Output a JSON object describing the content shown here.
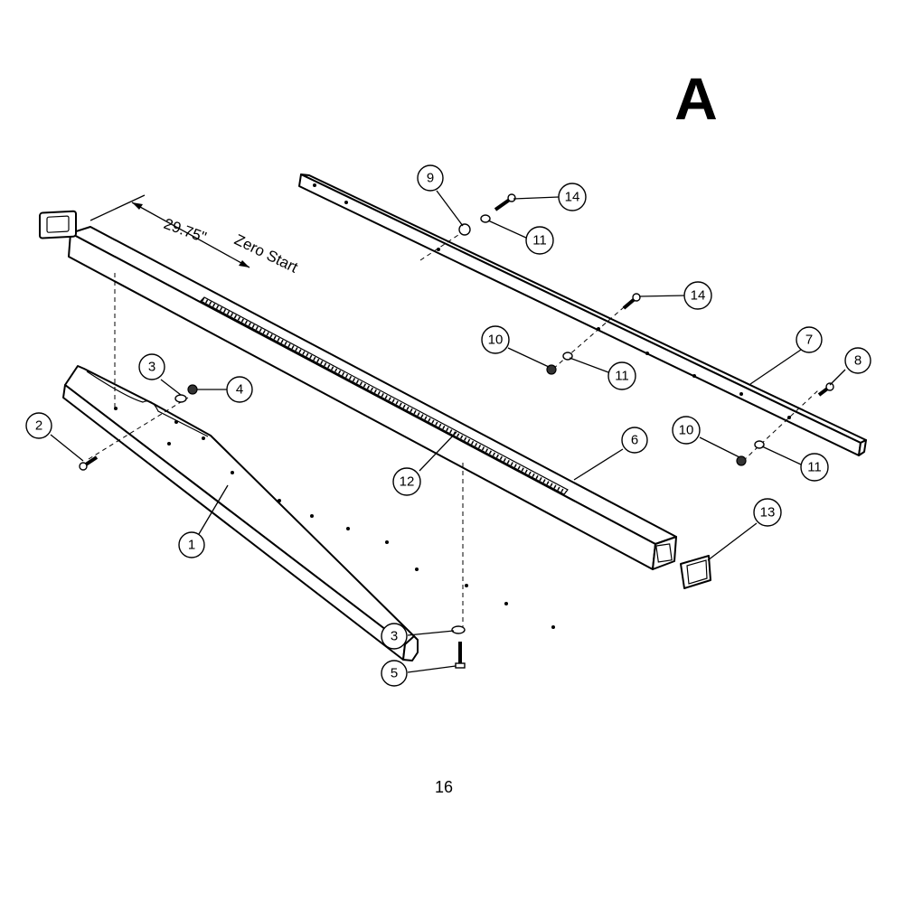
{
  "page": {
    "section_letter": "A",
    "page_number": "16"
  },
  "dimension": {
    "value": "29.75\"",
    "label": "Zero Start"
  },
  "callouts": [
    {
      "id": "c1",
      "label": "1"
    },
    {
      "id": "c2",
      "label": "2"
    },
    {
      "id": "c3a",
      "label": "3"
    },
    {
      "id": "c3b",
      "label": "3"
    },
    {
      "id": "c4",
      "label": "4"
    },
    {
      "id": "c5",
      "label": "5"
    },
    {
      "id": "c6",
      "label": "6"
    },
    {
      "id": "c7",
      "label": "7"
    },
    {
      "id": "c8",
      "label": "8"
    },
    {
      "id": "c9",
      "label": "9"
    },
    {
      "id": "c10a",
      "label": "10"
    },
    {
      "id": "c10b",
      "label": "10"
    },
    {
      "id": "c11a",
      "label": "11"
    },
    {
      "id": "c11b",
      "label": "11"
    },
    {
      "id": "c11c",
      "label": "11"
    },
    {
      "id": "c12",
      "label": "12"
    },
    {
      "id": "c13",
      "label": "13"
    },
    {
      "id": "c14a",
      "label": "14"
    },
    {
      "id": "c14b",
      "label": "14"
    }
  ]
}
